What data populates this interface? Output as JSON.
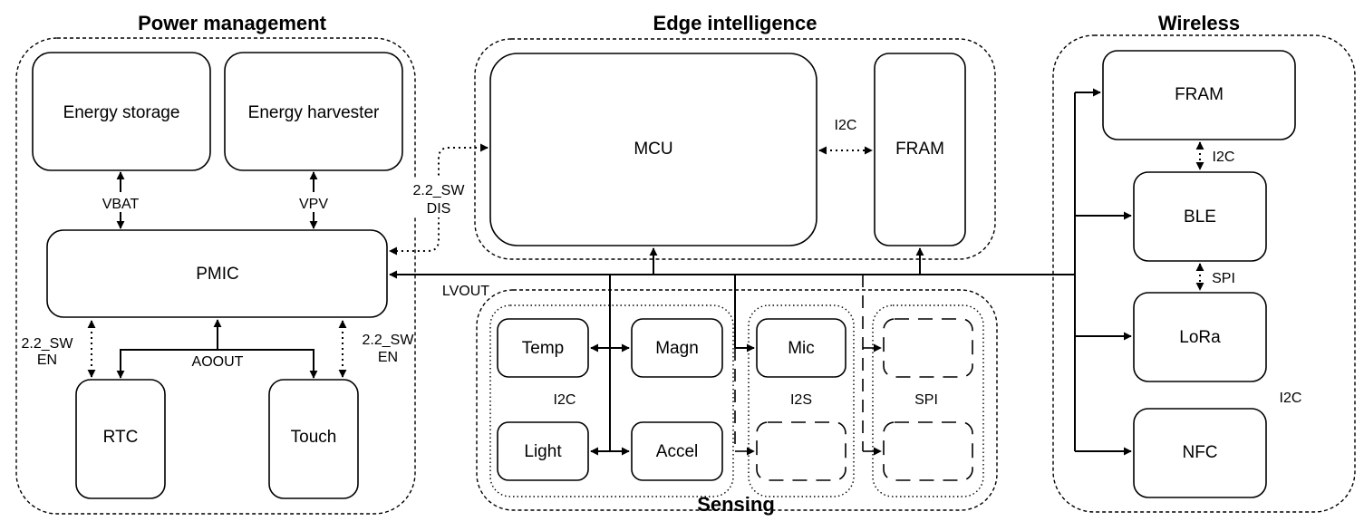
{
  "groups": {
    "power": "Power management",
    "edge": "Edge intelligence",
    "wireless": "Wireless",
    "sensing": "Sensing"
  },
  "blocks": {
    "energy_storage": "Energy storage",
    "energy_harvester": "Energy harvester",
    "pmic": "PMIC",
    "rtc": "RTC",
    "touch": "Touch",
    "mcu": "MCU",
    "fram_edge": "FRAM",
    "fram_wireless": "FRAM",
    "ble": "BLE",
    "lora": "LoRa",
    "nfc": "NFC",
    "temp": "Temp",
    "magn": "Magn",
    "light": "Light",
    "accel": "Accel",
    "mic": "Mic"
  },
  "labels": {
    "vbat": "VBAT",
    "vpv": "VPV",
    "aoout": "AOOUT",
    "sw_en_left_1": "2.2_SW",
    "sw_en_left_2": "EN",
    "sw_en_right_1": "2.2_SW",
    "sw_en_right_2": "EN",
    "sw_dis_1": "2.2_SW",
    "sw_dis_2": "DIS",
    "lvout": "LVOUT",
    "i2c_mcu_fram": "I2C",
    "i2c_fram_ble": "I2C",
    "spi_ble_lora": "SPI",
    "i2c_wireless": "I2C",
    "i2c_sensing": "I2C",
    "i2s_sensing": "I2S",
    "spi_sensing": "SPI"
  }
}
